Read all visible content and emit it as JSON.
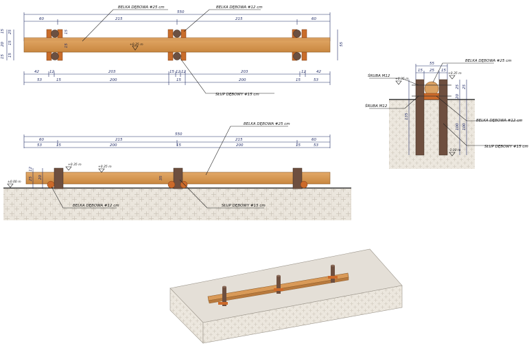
{
  "labels": {
    "belka25": "BELKA DĘBOWA #25 cm",
    "belka12": "BELKA DĘBOWA #12 cm",
    "slup15": "SŁUP DĘBOWY #15 cm",
    "sruba": "ŚRUBA M12"
  },
  "plan_top": {
    "total": "550",
    "spans": [
      "60",
      "215",
      "215",
      "60"
    ],
    "row1": [
      "42",
      "12",
      "203",
      "15",
      "12",
      "12",
      "203",
      "12",
      "42"
    ],
    "row2": [
      "53",
      "15",
      "200",
      "15",
      "200",
      "15",
      "53"
    ],
    "left_dims": [
      "15",
      "20",
      "15",
      "25",
      "15",
      "15"
    ],
    "mid_dim": "15",
    "right_dim": "55",
    "level": "+0.25 m"
  },
  "elevation": {
    "total": "550",
    "spans": [
      "60",
      "215",
      "215",
      "60"
    ],
    "row2": [
      "53",
      "15",
      "200",
      "15",
      "200",
      "15",
      "53"
    ],
    "levels": [
      "+0.35 m",
      "+0.25 m",
      "±0.00 m"
    ],
    "left_dims": [
      "12",
      "25",
      "20"
    ],
    "mid_dim": "35"
  },
  "section": {
    "top_dims": [
      "55",
      "15",
      "25",
      "15"
    ],
    "right_dims": [
      "25",
      "25",
      "20",
      "100"
    ],
    "left_dim": "135",
    "levels": [
      "+0.35 m",
      "+0.25 m",
      "+0.35 m",
      "-1.00 m"
    ]
  },
  "colors": {
    "beam": "#d99a58",
    "post": "#6e4f3f",
    "log": "#cc6a2a",
    "ground": "#e6e0d6"
  }
}
